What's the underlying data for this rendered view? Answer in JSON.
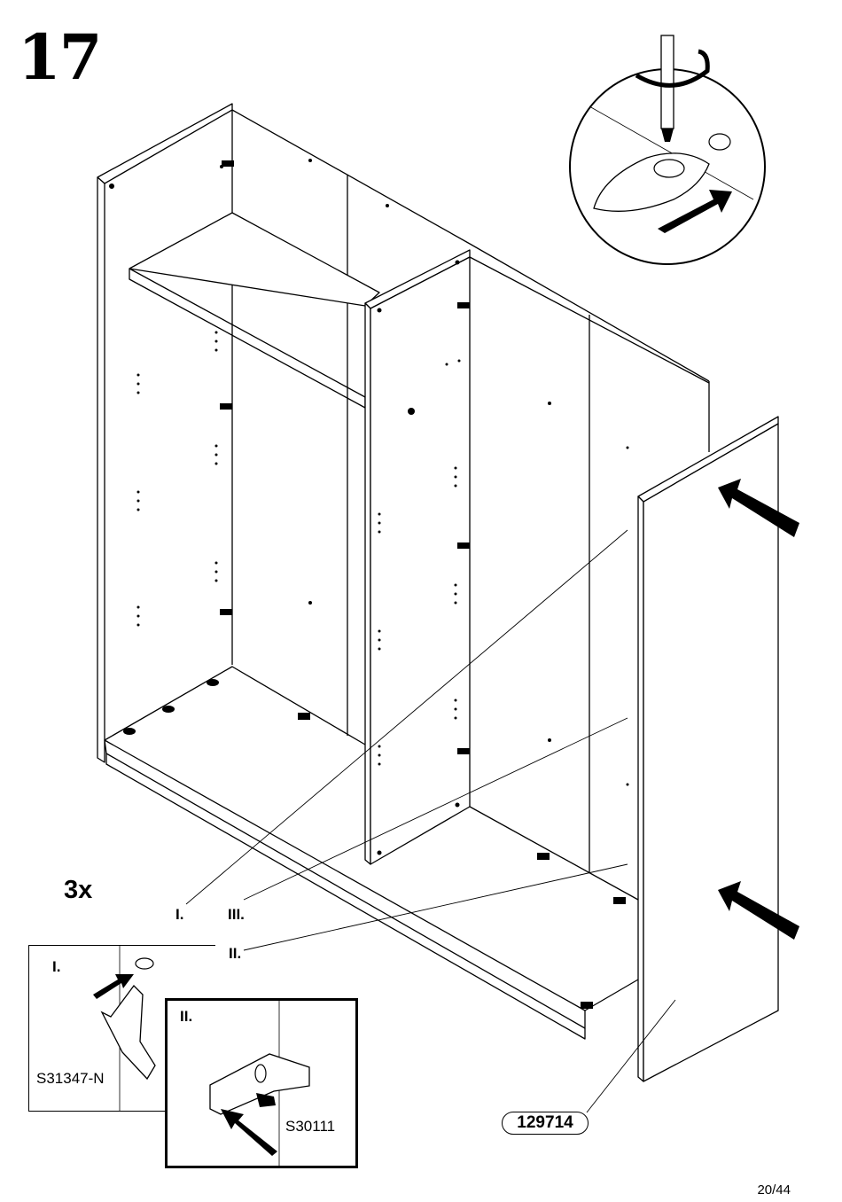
{
  "step": {
    "number": "17"
  },
  "quantity": "3x",
  "callouts": {
    "i": "I.",
    "iii": "III.",
    "ii": "II."
  },
  "detail_i": {
    "title": "I.",
    "part_code": "S31347-N"
  },
  "detail_ii": {
    "title": "II.",
    "part_code": "S30111"
  },
  "panel_part": "129714",
  "page": "20/44",
  "icons": [
    "screwdriver-icon",
    "rotation-arrow-icon",
    "push-arrow-icon",
    "hinge-plate-icon",
    "screw-icon"
  ]
}
